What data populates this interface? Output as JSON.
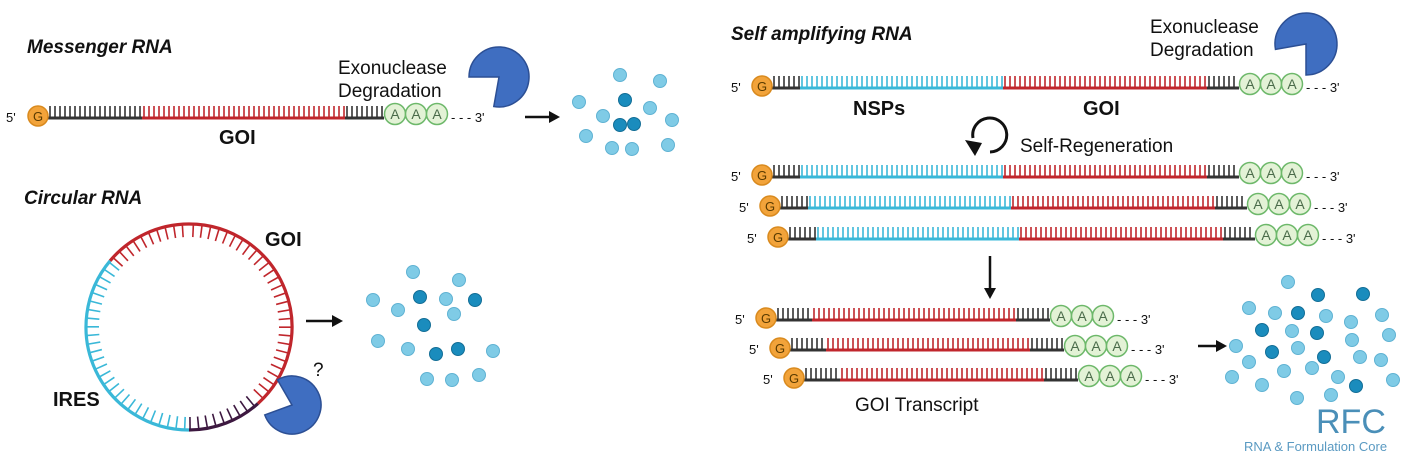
{
  "labels": {
    "mrna_title": "Messenger RNA",
    "circ_title": "Circular RNA",
    "sarna_title": "Self amplifying RNA",
    "exo_line1": "Exonuclease",
    "exo_line2": "Degradation",
    "goi": "GOI",
    "nsps": "NSPs",
    "ires": "IRES",
    "question": "?",
    "self_regen": "Self-Regeneration",
    "goi_transcript": "GOI Transcript",
    "five_prime": "5'",
    "three_prime": "- - - 3'",
    "cap": "G",
    "polyA": "A"
  },
  "logo": {
    "text": "RFC",
    "subtitle": "RNA & Formulation Core"
  },
  "colors": {
    "cap_fill": "#f2a33a",
    "cap_stroke": "#d98a1e",
    "polyA_fill": "#e3f2d6",
    "polyA_stroke": "#6db86a",
    "utr": "#333333",
    "goi": "#c0262c",
    "nsp": "#3ab8d8",
    "ires": "#3ab8d8",
    "circ_junction": "#3d1840",
    "exonuclease": "#3f6ec1",
    "exonuclease_stroke": "#2c4f94",
    "protein_light": "#7fcbe6",
    "protein_dark": "#1a8cbd"
  }
}
